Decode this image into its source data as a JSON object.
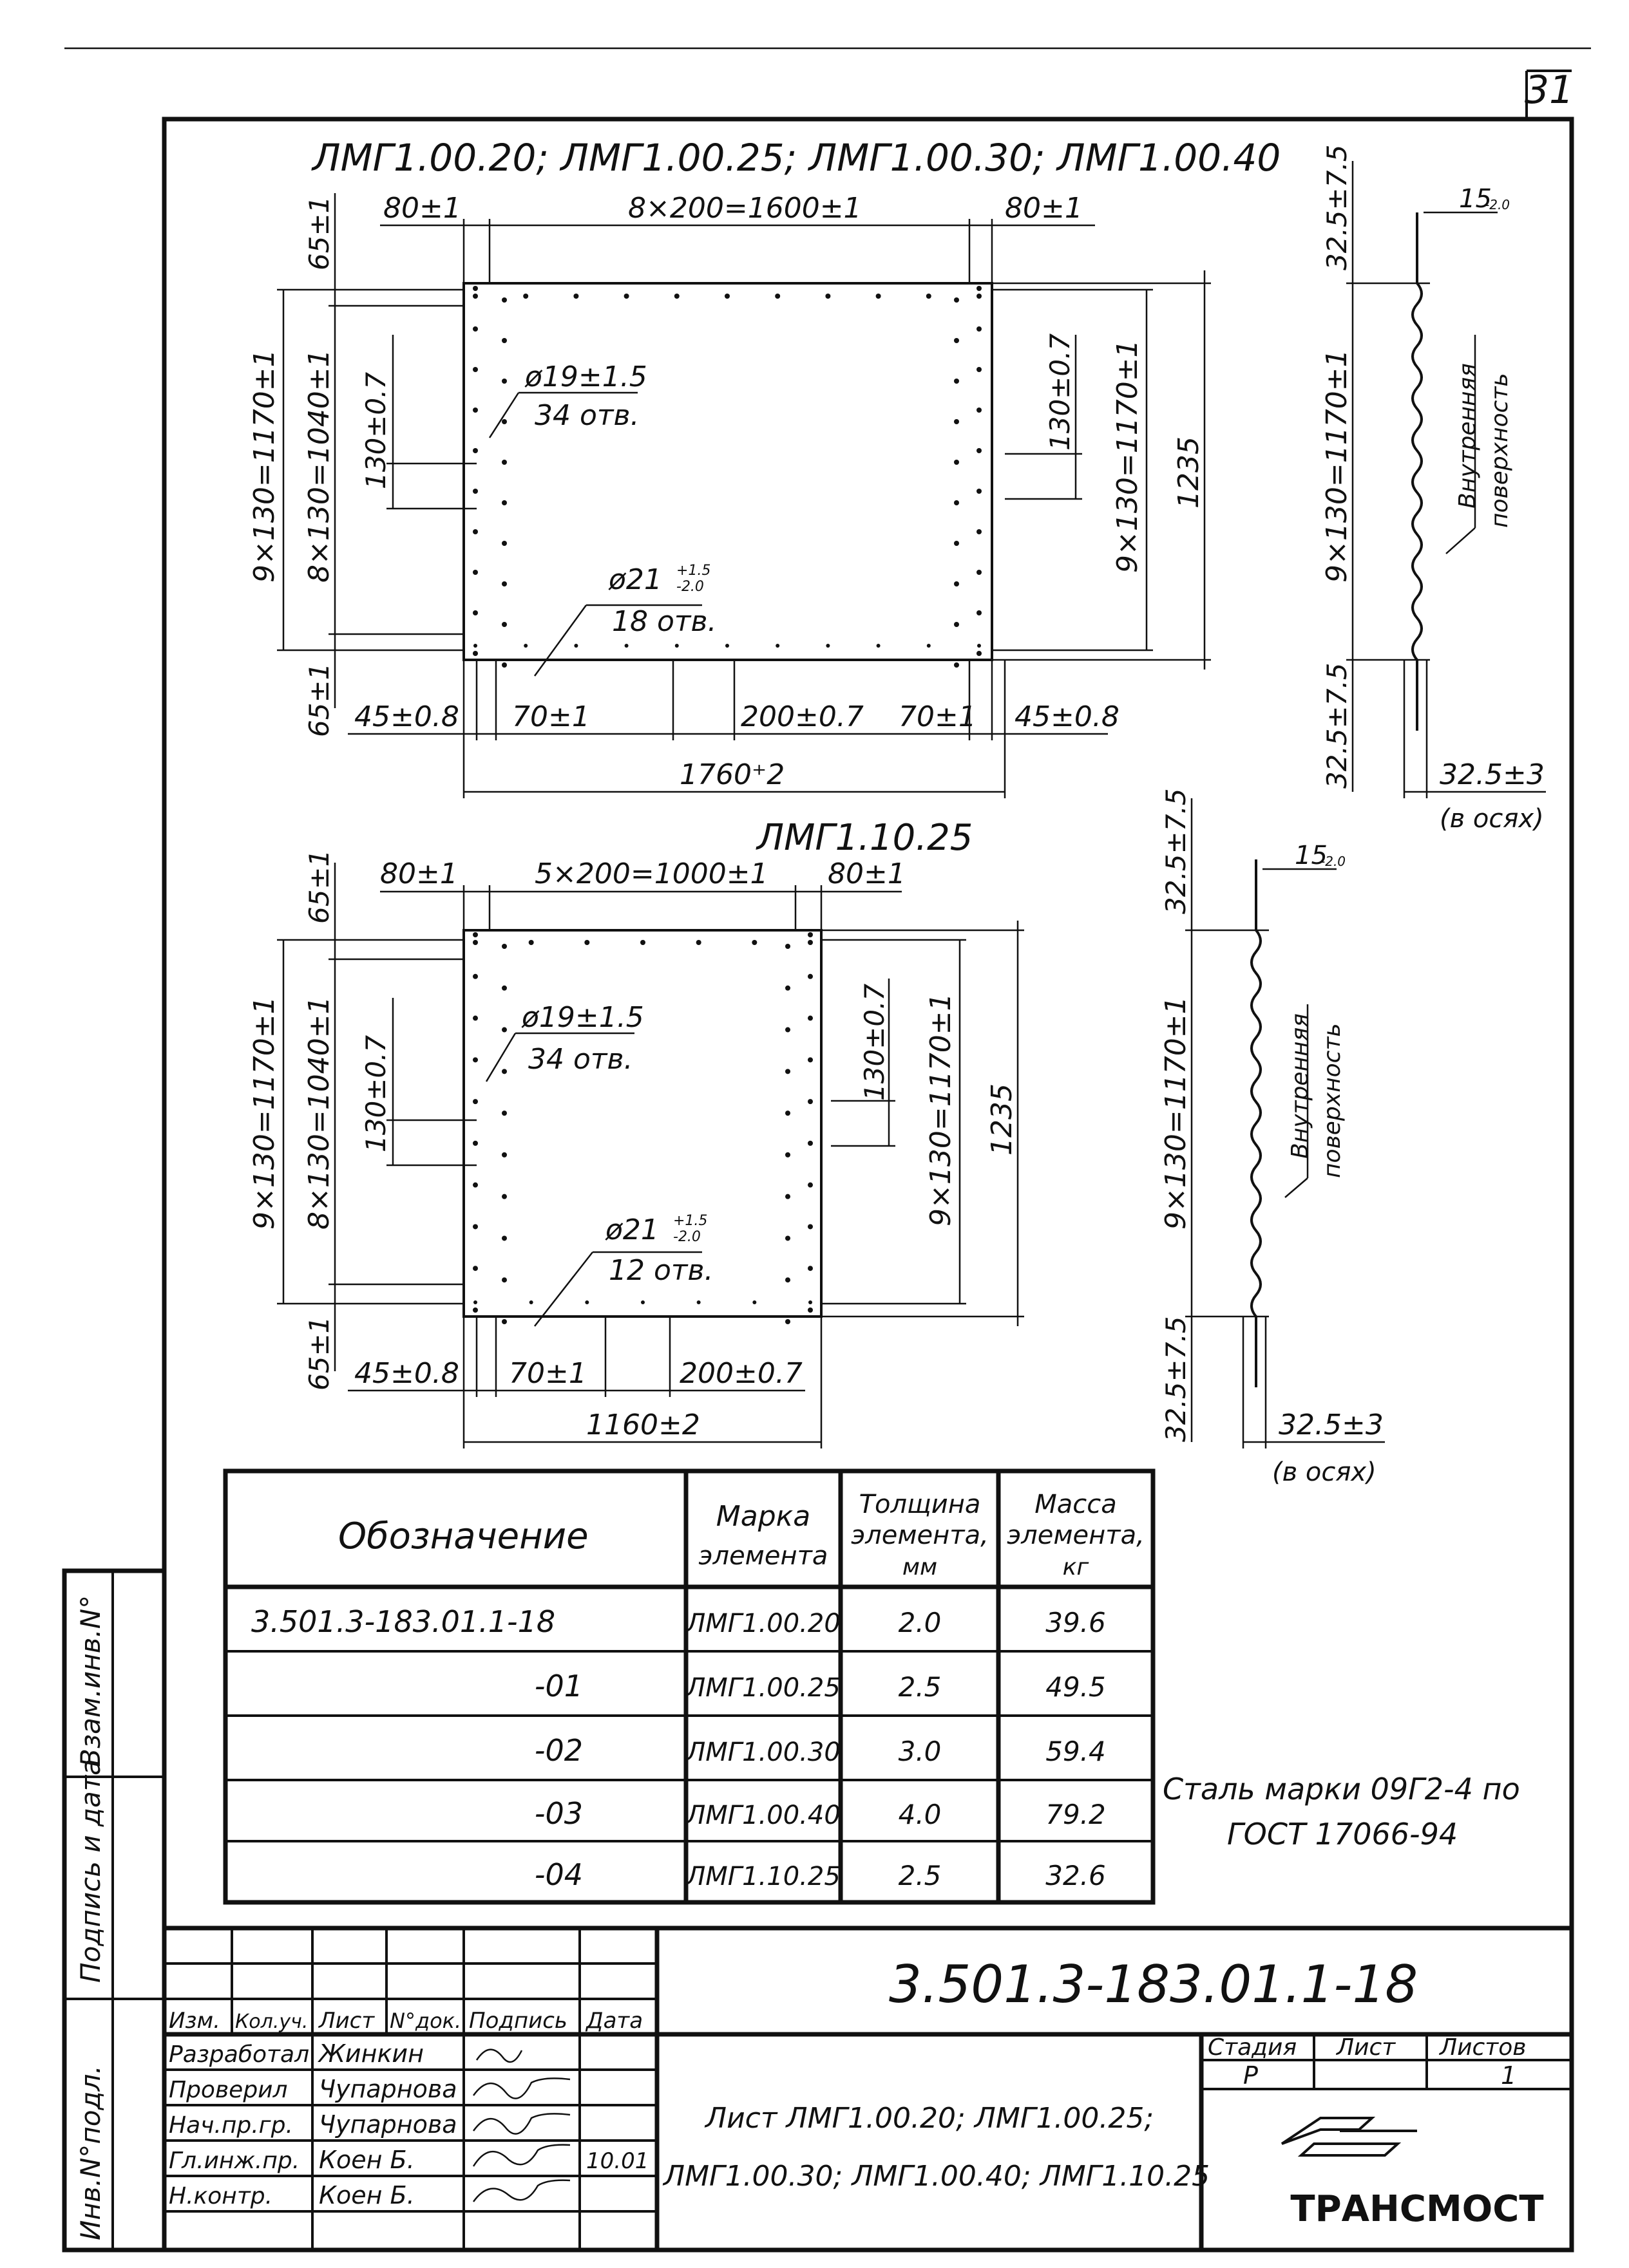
{
  "page_number": "31",
  "drawing1": {
    "title": "ЛМГ1.00.20; ЛМГ1.00.25; ЛМГ1.00.30; ЛМГ1.00.40",
    "dim_top_left": "80±1",
    "dim_top_mid": "8×200=1600±1",
    "dim_top_right": "80±1",
    "dim_65_top": "65±1",
    "dim_65_bot": "65±1",
    "dim_left_outer": "9×130=1170±1",
    "dim_left_inner": "8×130=1040±1",
    "dim_130_left": "130±0.7",
    "dim_130_right": "130±0.7",
    "dim_right_outer": "9×130=1170±1",
    "dim_1235": "1235",
    "hole_19": "ø19±1.5",
    "hole_19_count": "34 отв.",
    "hole_21": "ø21",
    "hole_21_tol_up": "+1.5",
    "hole_21_tol_dn": "-2.0",
    "hole_21_count": "18 отв.",
    "dim_45_left": "45±0.8",
    "dim_70_left": "70±1",
    "dim_200": "200±0.7",
    "dim_70_right": "70±1",
    "dim_45_right": "45±0.8",
    "dim_total": "1760⁺2"
  },
  "profile1": {
    "dim_top": "32.5±7.5",
    "dim_15": "15",
    "dim_15_tol": "-2.0",
    "dim_mid": "9×130=1170±1",
    "dim_bot": "32.5±7.5",
    "label_1": "Внутренняя",
    "label_2": "поверхность",
    "dim_axes": "32.5±3",
    "dim_axes_note": "(в осях)"
  },
  "drawing2": {
    "title": "ЛМГ1.10.25",
    "dim_top_left": "80±1",
    "dim_top_mid": "5×200=1000±1",
    "dim_top_right": "80±1",
    "dim_65_top": "65±1",
    "dim_65_bot": "65±1",
    "dim_left_outer": "9×130=1170±1",
    "dim_left_inner": "8×130=1040±1",
    "dim_130_left": "130±0.7",
    "dim_130_right": "130±0.7",
    "dim_right_outer": "9×130=1170±1",
    "dim_1235": "1235",
    "hole_19": "ø19±1.5",
    "hole_19_count": "34 отв.",
    "hole_21": "ø21",
    "hole_21_tol_up": "+1.5",
    "hole_21_tol_dn": "-2.0",
    "hole_21_count": "12 отв.",
    "dim_45_left": "45±0.8",
    "dim_70_left": "70±1",
    "dim_200": "200±0.7",
    "dim_total": "1160±2"
  },
  "profile2": {
    "dim_top": "32.5±7.5",
    "dim_15": "15",
    "dim_15_tol": "-2.0",
    "dim_mid": "9×130=1170±1",
    "dim_bot": "32.5±7.5",
    "label_1": "Внутренняя",
    "label_2": "поверхность",
    "dim_axes": "32.5±3",
    "dim_axes_note": "(в осях)"
  },
  "spec_table": {
    "headers": {
      "designation": "Обозначение",
      "mark_1": "Марка",
      "mark_2": "элемента",
      "thick_1": "Толщина",
      "thick_2": "элемента,",
      "thick_3": "мм",
      "mass_1": "Масса",
      "mass_2": "элемента,",
      "mass_3": "кг"
    },
    "rows": [
      {
        "designation": "3.501.3-183.01.1-18",
        "mark": "ЛМГ1.00.20",
        "thickness": "2.0",
        "mass": "39.6"
      },
      {
        "designation": "-01",
        "mark": "ЛМГ1.00.25",
        "thickness": "2.5",
        "mass": "49.5"
      },
      {
        "designation": "-02",
        "mark": "ЛМГ1.00.30",
        "thickness": "3.0",
        "mass": "59.4"
      },
      {
        "designation": "-03",
        "mark": "ЛМГ1.00.40",
        "thickness": "4.0",
        "mass": "79.2"
      },
      {
        "designation": "-04",
        "mark": "ЛМГ1.10.25",
        "thickness": "2.5",
        "mass": "32.6"
      }
    ]
  },
  "steel_note": {
    "line1": "Сталь марки 09Г2-4 по",
    "line2": "ГОСТ 17066-94"
  },
  "side_stamp": {
    "inv_zam": "Взам.инв.N°",
    "sign_date": "Подпись и дата",
    "inv_podl": "Инв.N°подл."
  },
  "title_block": {
    "doc_code": "3.501.3-183.01.1-18",
    "col_izm": "Изм.",
    "col_kol": "Кол.уч.",
    "col_list": "Лист",
    "col_ndok": "N°док.",
    "col_podpis": "Подпись",
    "col_data": "Дата",
    "roles": [
      {
        "role": "Разработал",
        "name": "Жинкин",
        "date": ""
      },
      {
        "role": "Проверил",
        "name": "Чупарнова",
        "date": ""
      },
      {
        "role": "Нач.пр.гр.",
        "name": "Чупарнова",
        "date": ""
      },
      {
        "role": "Гл.инж.пр.",
        "name": "Коен Б.",
        "date": "10.01"
      },
      {
        "role": "Н.контр.",
        "name": "Коен Б.",
        "date": ""
      }
    ],
    "stage_label": "Стадия",
    "sheet_label": "Лист",
    "sheets_label": "Листов",
    "stage_value": "Р",
    "sheets_value": "1",
    "name_line1": "Лист ЛМГ1.00.20; ЛМГ1.00.25;",
    "name_line2": "ЛМГ1.00.30; ЛМГ1.00.40; ЛМГ1.10.25",
    "company": "ТРАНСМОСТ"
  }
}
